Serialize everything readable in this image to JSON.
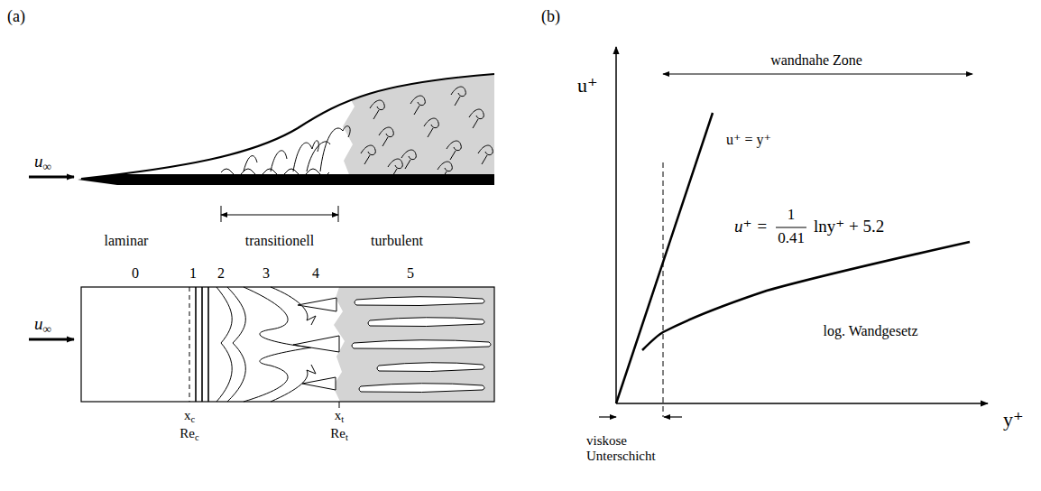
{
  "diagram": {
    "labels": [
      "(a)",
      "(b)",
      "u∞",
      "laminar",
      "transitionell",
      "turbulent",
      "0",
      "1",
      "2",
      "3",
      "4",
      "5",
      "u∞",
      "xc",
      "Rec",
      "xt",
      "Ret",
      "u⁺",
      "wandnahe Zone",
      "u⁺ = y⁺",
      "u⁺ =",
      "1",
      "0.41",
      "lny⁺ + 5.2",
      "log. Wandgesetz",
      "y⁺",
      "viskose Unterschicht"
    ]
  }
}
